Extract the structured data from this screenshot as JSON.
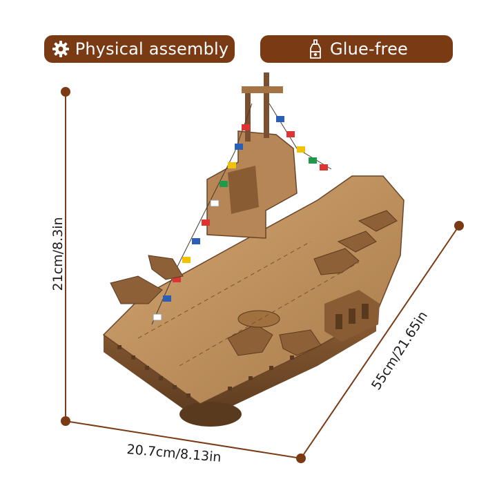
{
  "colors": {
    "badge_bg": "#7a3a14",
    "dimension_line": "#7a3a14",
    "wood_light": "#c99a66",
    "wood_mid": "#a97a4c",
    "wood_dark": "#6a4426"
  },
  "badges": {
    "assembly": {
      "icon": "gear-icon",
      "label": "Physical assembly"
    },
    "glue": {
      "icon": "glue-bottle-icon",
      "label": "Glue-free"
    }
  },
  "dimensions": {
    "height": "21cm/8.3in",
    "width": "20.7cm/8.13in",
    "length": "55cm/21.65in"
  },
  "product": {
    "subject": "wooden-aircraft-carrier-model"
  }
}
